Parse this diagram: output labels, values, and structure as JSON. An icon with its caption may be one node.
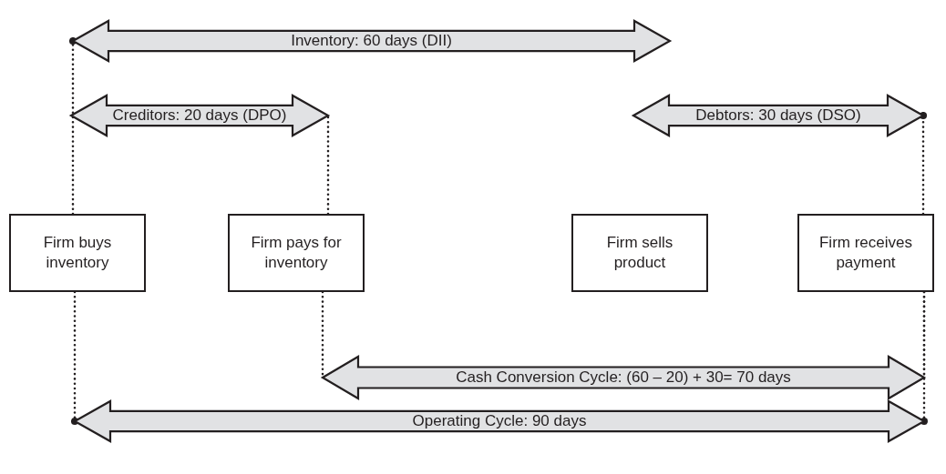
{
  "diagram": {
    "nodes": [
      {
        "text": [
          "Inventory: 60 days (DII)"
        ]
      },
      {
        "text": [
          "Creditors: 20 days (DPO)"
        ]
      },
      {
        "text": [
          "Debtors: 30 days (DSO)"
        ]
      },
      {
        "text": [
          "Firm buys inventory"
        ]
      },
      {
        "text": [
          "Firm pays for inventory"
        ]
      },
      {
        "text": [
          "Firm sells product"
        ]
      },
      {
        "text": [
          "Firm receives payment"
        ]
      },
      {
        "text": [
          "Cash Conversion Cycle: (60 – 20) + 30= 70 days"
        ]
      },
      {
        "text": [
          "Operating Cycle: 90 days"
        ]
      }
    ],
    "edges": [
      {
        "from": 3,
        "to": 0,
        "arrow": "other",
        "style": "dashed"
      },
      {
        "from": 4,
        "to": 1,
        "arrow": "none",
        "style": "dashed"
      },
      {
        "from": 6,
        "to": 2,
        "arrow": "other",
        "style": "dashed"
      },
      {
        "from": 4,
        "to": 7,
        "arrow": "none",
        "style": "dashed"
      },
      {
        "from": 6,
        "to": 7,
        "arrow": "none",
        "style": "dashed"
      },
      {
        "from": 3,
        "to": 8,
        "arrow": "other",
        "style": "dashed"
      },
      {
        "from": 6,
        "to": 8,
        "arrow": "other",
        "style": "dashed"
      }
    ]
  }
}
